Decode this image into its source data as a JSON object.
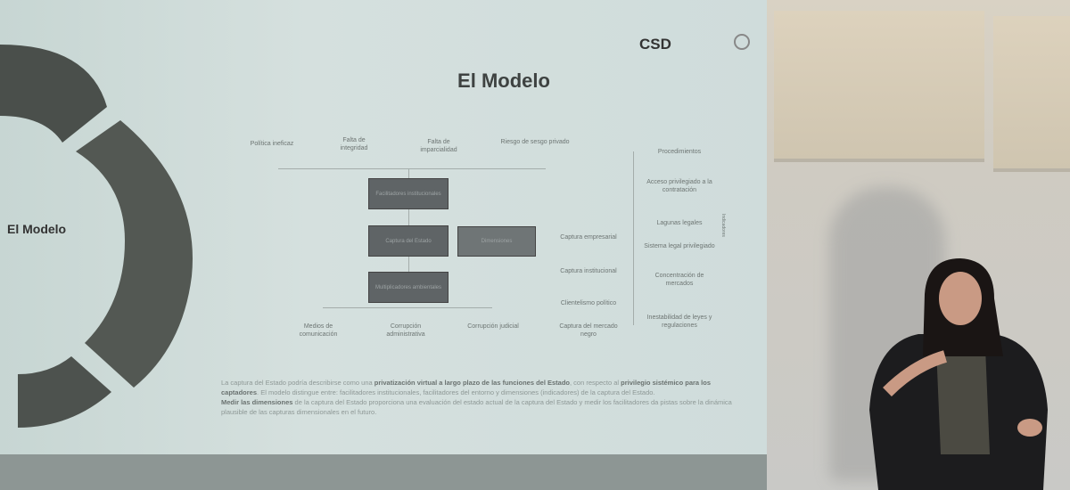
{
  "slide": {
    "title": "El Modelo",
    "side_label": "El Modelo",
    "logo": "CSD",
    "top_factors": [
      "Política ineficaz",
      "Falta de integridad",
      "Falta de imparcialidad",
      "Riesgo de sesgo privado"
    ],
    "boxes": {
      "top": "Facilitadores institucionales",
      "center": "Captura del Estado",
      "side": "Dimensiones",
      "bottom": "Multiplicadores ambientales"
    },
    "bottom_factors": [
      "Medios de comunicación",
      "Corrupción administrativa",
      "Corrupción judicial"
    ],
    "dimensions": [
      "Captura empresarial",
      "Captura institucional",
      "Clientelismo político",
      "Captura del mercado negro"
    ],
    "indicators": [
      "Procedimientos",
      "Acceso privilegiado a la contratación",
      "Lagunas legales",
      "Sistema legal privilegiado",
      "Concentración de mercados",
      "Inestabilidad de leyes y regulaciones"
    ],
    "indicators_group": "Indicadores",
    "paragraph1_a": "La captura del Estado podría describirse como una ",
    "paragraph1_b": "privatización virtual a largo plazo de las funciones del Estado",
    "paragraph1_c": ", con respecto al ",
    "paragraph1_d": "privilegio sistémico para los captadores",
    "paragraph1_e": ". El modelo distingue entre: facilitadores institucionales, facilitadores del entorno y dimensiones (indicadores) de la captura del Estado.",
    "paragraph2_a": "Medir las dimensiones",
    "paragraph2_b": " de la captura del Estado proporciona una evaluación del estado actual de la captura del Estado y medir los facilitadores da pistas sobre la dinámica plausible de las capturas dimensionales en el futuro."
  }
}
